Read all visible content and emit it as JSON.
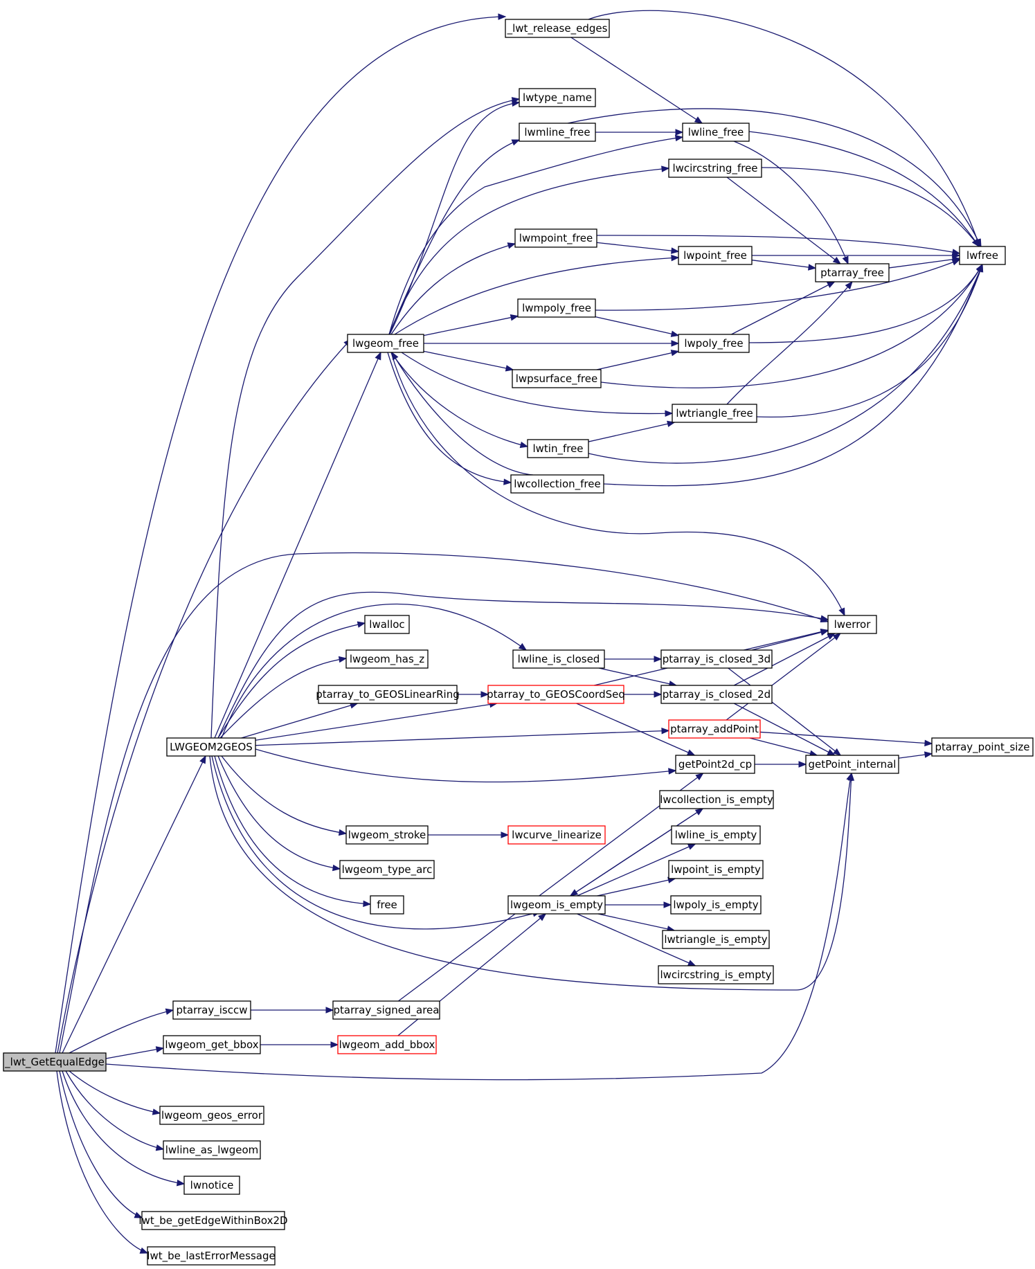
{
  "diagram": {
    "type": "call-graph",
    "colors": {
      "edge": "#191970",
      "node_border": "#000000",
      "truncated_border": "#ff0000",
      "root_fill": "#bfbfbf",
      "node_fill": "#ffffff"
    },
    "nodes": {
      "lwt_GetEqualEdge": {
        "label": "_lwt_GetEqualEdge",
        "style": "root"
      },
      "lwt_release_edges": {
        "label": "_lwt_release_edges"
      },
      "lwfree": {
        "label": "lwfree"
      },
      "lwtype_name": {
        "label": "lwtype_name"
      },
      "lwmline_free": {
        "label": "lwmline_free"
      },
      "lwline_free": {
        "label": "lwline_free"
      },
      "lwcircstring_free": {
        "label": "lwcircstring_free"
      },
      "lwmpoint_free": {
        "label": "lwmpoint_free"
      },
      "lwpoint_free": {
        "label": "lwpoint_free"
      },
      "ptarray_free": {
        "label": "ptarray_free"
      },
      "lwmpoly_free": {
        "label": "lwmpoly_free"
      },
      "lwgeom_free": {
        "label": "lwgeom_free"
      },
      "lwpoly_free": {
        "label": "lwpoly_free"
      },
      "lwpsurface_free": {
        "label": "lwpsurface_free"
      },
      "lwtriangle_free": {
        "label": "lwtriangle_free"
      },
      "lwtin_free": {
        "label": "lwtin_free"
      },
      "lwcollection_free": {
        "label": "lwcollection_free"
      },
      "lwerror": {
        "label": "lwerror"
      },
      "lwalloc": {
        "label": "lwalloc"
      },
      "lwgeom_has_z": {
        "label": "lwgeom_has_z"
      },
      "lwline_is_closed": {
        "label": "lwline_is_closed"
      },
      "ptarray_is_closed_3d": {
        "label": "ptarray_is_closed_3d"
      },
      "ptarray_to_GEOSLinearRing": {
        "label": "ptarray_to_GEOSLinearRing"
      },
      "ptarray_to_GEOSCoordSeq": {
        "label": "ptarray_to_GEOSCoordSeq",
        "style": "truncated"
      },
      "ptarray_is_closed_2d": {
        "label": "ptarray_is_closed_2d"
      },
      "LWGEOM2GEOS": {
        "label": "LWGEOM2GEOS"
      },
      "ptarray_addPoint": {
        "label": "ptarray_addPoint",
        "style": "truncated"
      },
      "ptarray_point_size": {
        "label": "ptarray_point_size"
      },
      "getPoint2d_cp": {
        "label": "getPoint2d_cp"
      },
      "getPoint_internal": {
        "label": "getPoint_internal"
      },
      "lwcollection_is_empty": {
        "label": "lwcollection_is_empty"
      },
      "lwgeom_stroke": {
        "label": "lwgeom_stroke"
      },
      "lwcurve_linearize": {
        "label": "lwcurve_linearize",
        "style": "truncated"
      },
      "lwline_is_empty": {
        "label": "lwline_is_empty"
      },
      "lwgeom_type_arc": {
        "label": "lwgeom_type_arc"
      },
      "lwpoint_is_empty": {
        "label": "lwpoint_is_empty"
      },
      "free": {
        "label": "free"
      },
      "lwgeom_is_empty": {
        "label": "lwgeom_is_empty"
      },
      "lwpoly_is_empty": {
        "label": "lwpoly_is_empty"
      },
      "lwtriangle_is_empty": {
        "label": "lwtriangle_is_empty"
      },
      "lwcircstring_is_empty": {
        "label": "lwcircstring_is_empty"
      },
      "ptarray_isccw": {
        "label": "ptarray_isccw"
      },
      "ptarray_signed_area": {
        "label": "ptarray_signed_area"
      },
      "lwgeom_get_bbox": {
        "label": "lwgeom_get_bbox"
      },
      "lwgeom_add_bbox": {
        "label": "lwgeom_add_bbox",
        "style": "truncated"
      },
      "lwgeom_geos_error": {
        "label": "lwgeom_geos_error"
      },
      "lwline_as_lwgeom": {
        "label": "lwline_as_lwgeom"
      },
      "lwnotice": {
        "label": "lwnotice"
      },
      "lwt_be_getEdgeWithinBox2D": {
        "label": "lwt_be_getEdgeWithinBox2D"
      },
      "lwt_be_lastErrorMessage": {
        "label": "lwt_be_lastErrorMessage"
      }
    },
    "edges": [
      [
        "lwt_GetEqualEdge",
        "lwt_release_edges"
      ],
      [
        "lwt_GetEqualEdge",
        "lwgeom_free"
      ],
      [
        "lwt_GetEqualEdge",
        "lwerror"
      ],
      [
        "lwt_GetEqualEdge",
        "LWGEOM2GEOS"
      ],
      [
        "lwt_GetEqualEdge",
        "ptarray_isccw"
      ],
      [
        "lwt_GetEqualEdge",
        "lwgeom_get_bbox"
      ],
      [
        "lwt_GetEqualEdge",
        "getPoint_internal"
      ],
      [
        "lwt_GetEqualEdge",
        "lwgeom_geos_error"
      ],
      [
        "lwt_GetEqualEdge",
        "lwline_as_lwgeom"
      ],
      [
        "lwt_GetEqualEdge",
        "lwnotice"
      ],
      [
        "lwt_GetEqualEdge",
        "lwt_be_getEdgeWithinBox2D"
      ],
      [
        "lwt_GetEqualEdge",
        "lwt_be_lastErrorMessage"
      ],
      [
        "lwt_release_edges",
        "lwfree"
      ],
      [
        "lwt_release_edges",
        "lwline_free"
      ],
      [
        "lwmline_free",
        "lwline_free"
      ],
      [
        "lwmline_free",
        "lwfree"
      ],
      [
        "lwline_free",
        "lwfree"
      ],
      [
        "lwline_free",
        "ptarray_free"
      ],
      [
        "lwcircstring_free",
        "lwfree"
      ],
      [
        "lwcircstring_free",
        "ptarray_free"
      ],
      [
        "lwmpoint_free",
        "lwpoint_free"
      ],
      [
        "lwmpoint_free",
        "lwfree"
      ],
      [
        "lwpoint_free",
        "lwfree"
      ],
      [
        "lwpoint_free",
        "ptarray_free"
      ],
      [
        "ptarray_free",
        "lwfree"
      ],
      [
        "lwmpoly_free",
        "lwpoly_free"
      ],
      [
        "lwmpoly_free",
        "lwfree"
      ],
      [
        "lwpoly_free",
        "ptarray_free"
      ],
      [
        "lwpoly_free",
        "lwfree"
      ],
      [
        "lwpsurface_free",
        "lwpoly_free"
      ],
      [
        "lwpsurface_free",
        "lwfree"
      ],
      [
        "lwtriangle_free",
        "ptarray_free"
      ],
      [
        "lwtriangle_free",
        "lwfree"
      ],
      [
        "lwtin_free",
        "lwtriangle_free"
      ],
      [
        "lwtin_free",
        "lwfree"
      ],
      [
        "lwcollection_free",
        "lwgeom_free"
      ],
      [
        "lwcollection_free",
        "lwfree"
      ],
      [
        "lwgeom_free",
        "lwtype_name"
      ],
      [
        "lwgeom_free",
        "lwmline_free"
      ],
      [
        "lwgeom_free",
        "lwline_free"
      ],
      [
        "lwgeom_free",
        "lwcircstring_free"
      ],
      [
        "lwgeom_free",
        "lwmpoint_free"
      ],
      [
        "lwgeom_free",
        "lwpoint_free"
      ],
      [
        "lwgeom_free",
        "lwmpoly_free"
      ],
      [
        "lwgeom_free",
        "lwpoly_free"
      ],
      [
        "lwgeom_free",
        "lwpsurface_free"
      ],
      [
        "lwgeom_free",
        "lwtriangle_free"
      ],
      [
        "lwgeom_free",
        "lwtin_free"
      ],
      [
        "lwgeom_free",
        "lwcollection_free"
      ],
      [
        "lwgeom_free",
        "lwerror"
      ],
      [
        "LWGEOM2GEOS",
        "lwtype_name"
      ],
      [
        "LWGEOM2GEOS",
        "lwgeom_free"
      ],
      [
        "LWGEOM2GEOS",
        "lwerror"
      ],
      [
        "LWGEOM2GEOS",
        "lwalloc"
      ],
      [
        "LWGEOM2GEOS",
        "lwgeom_has_z"
      ],
      [
        "LWGEOM2GEOS",
        "lwline_is_closed"
      ],
      [
        "LWGEOM2GEOS",
        "ptarray_to_GEOSLinearRing"
      ],
      [
        "LWGEOM2GEOS",
        "ptarray_to_GEOSCoordSeq"
      ],
      [
        "LWGEOM2GEOS",
        "ptarray_addPoint"
      ],
      [
        "LWGEOM2GEOS",
        "getPoint2d_cp"
      ],
      [
        "LWGEOM2GEOS",
        "lwgeom_stroke"
      ],
      [
        "LWGEOM2GEOS",
        "lwgeom_type_arc"
      ],
      [
        "LWGEOM2GEOS",
        "free"
      ],
      [
        "LWGEOM2GEOS",
        "lwgeom_is_empty"
      ],
      [
        "LWGEOM2GEOS",
        "getPoint_internal"
      ],
      [
        "lwline_is_closed",
        "ptarray_is_closed_3d"
      ],
      [
        "lwline_is_closed",
        "ptarray_is_closed_2d"
      ],
      [
        "ptarray_is_closed_3d",
        "lwerror"
      ],
      [
        "ptarray_is_closed_3d",
        "getPoint_internal"
      ],
      [
        "ptarray_is_closed_2d",
        "lwerror"
      ],
      [
        "ptarray_is_closed_2d",
        "getPoint_internal"
      ],
      [
        "ptarray_to_GEOSLinearRing",
        "ptarray_to_GEOSCoordSeq"
      ],
      [
        "ptarray_to_GEOSCoordSeq",
        "lwerror"
      ],
      [
        "ptarray_to_GEOSCoordSeq",
        "ptarray_is_closed_2d"
      ],
      [
        "ptarray_to_GEOSCoordSeq",
        "getPoint2d_cp"
      ],
      [
        "ptarray_addPoint",
        "lwerror"
      ],
      [
        "ptarray_addPoint",
        "ptarray_point_size"
      ],
      [
        "ptarray_addPoint",
        "getPoint_internal"
      ],
      [
        "getPoint2d_cp",
        "getPoint_internal"
      ],
      [
        "getPoint_internal",
        "ptarray_point_size"
      ],
      [
        "lwgeom_stroke",
        "lwcurve_linearize"
      ],
      [
        "lwgeom_is_empty",
        "lwcollection_is_empty"
      ],
      [
        "lwgeom_is_empty",
        "lwline_is_empty"
      ],
      [
        "lwgeom_is_empty",
        "lwpoint_is_empty"
      ],
      [
        "lwgeom_is_empty",
        "lwpoly_is_empty"
      ],
      [
        "lwgeom_is_empty",
        "lwtriangle_is_empty"
      ],
      [
        "lwgeom_is_empty",
        "lwcircstring_is_empty"
      ],
      [
        "lwcollection_is_empty",
        "lwgeom_is_empty"
      ],
      [
        "ptarray_isccw",
        "ptarray_signed_area"
      ],
      [
        "ptarray_signed_area",
        "getPoint2d_cp"
      ],
      [
        "lwgeom_get_bbox",
        "lwgeom_add_bbox"
      ],
      [
        "lwgeom_add_bbox",
        "lwgeom_is_empty"
      ]
    ]
  }
}
